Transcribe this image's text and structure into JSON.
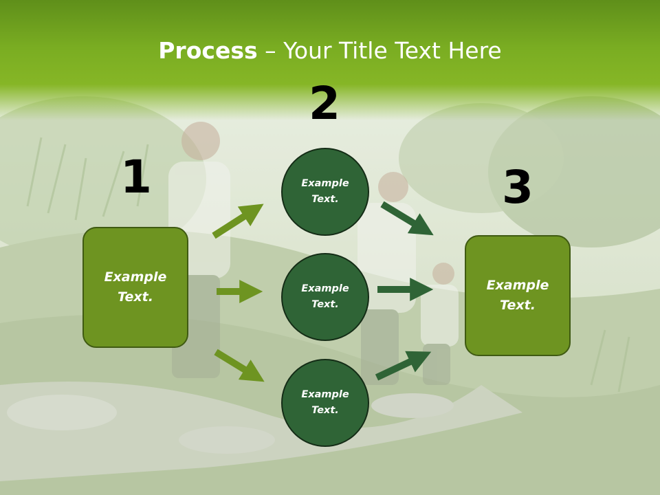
{
  "title": {
    "bold": "Process",
    "rest": " – Your Title Text Here"
  },
  "steps": {
    "one": "1",
    "two": "2",
    "three": "3"
  },
  "boxes": {
    "left": {
      "line1": "Example",
      "line2": "Text."
    },
    "right": {
      "line1": "Example",
      "line2": "Text."
    }
  },
  "circles": [
    {
      "line1": "Example",
      "line2": "Text."
    },
    {
      "line1": "Example",
      "line2": "Text."
    },
    {
      "line1": "Example",
      "line2": "Text."
    }
  ],
  "colors": {
    "title_band": "#7aad22",
    "box_fill": "#6e9421",
    "circle_fill": "#2f6436",
    "arrow_left": "#6e9421",
    "arrow_right": "#2f6436"
  }
}
